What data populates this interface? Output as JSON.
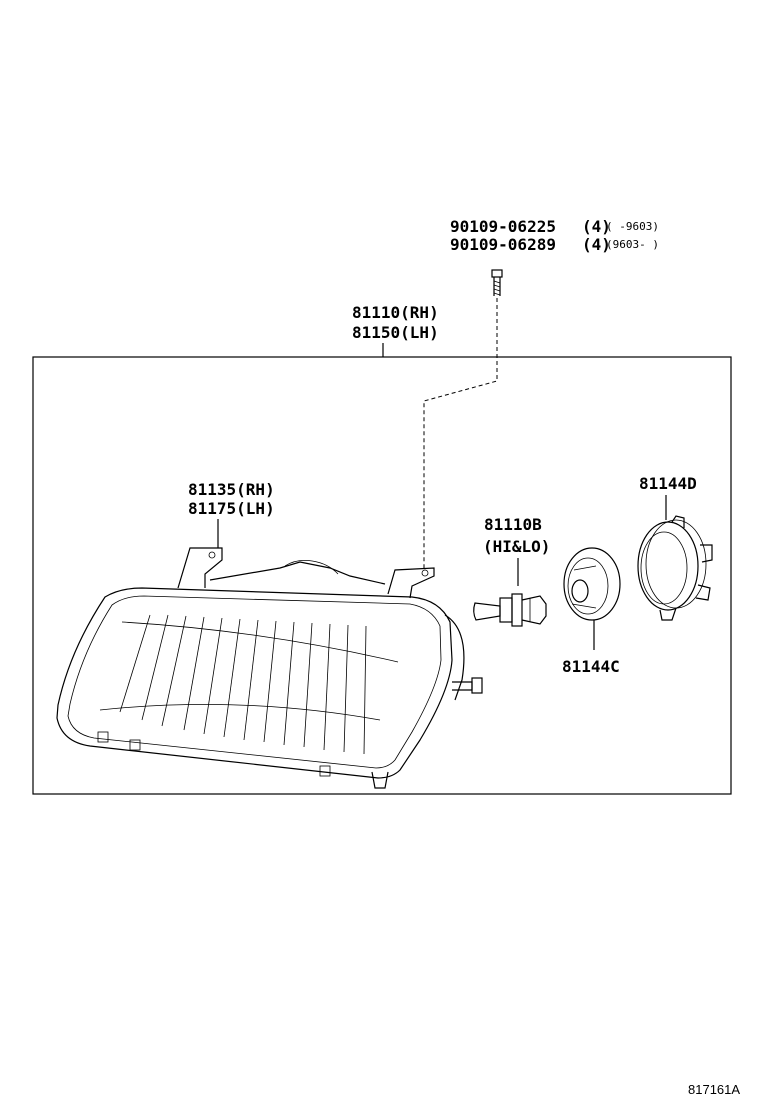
{
  "bolts": {
    "line1": {
      "part": "90109-06225",
      "qty": "(4)",
      "date": "( -9603)"
    },
    "line2": {
      "part": "90109-06289",
      "qty": "(4)",
      "date": "(9603- )"
    }
  },
  "headlamp_assy": {
    "rh": "81110(RH)",
    "lh": "81150(LH)"
  },
  "lens": {
    "rh": "81135(RH)",
    "lh": "81175(LH)"
  },
  "bulb": {
    "part": "81110B",
    "note": "(HI&LO)"
  },
  "socket_cover": "81144C",
  "retainer_ring": "81144D",
  "illustration_code": "817161A"
}
